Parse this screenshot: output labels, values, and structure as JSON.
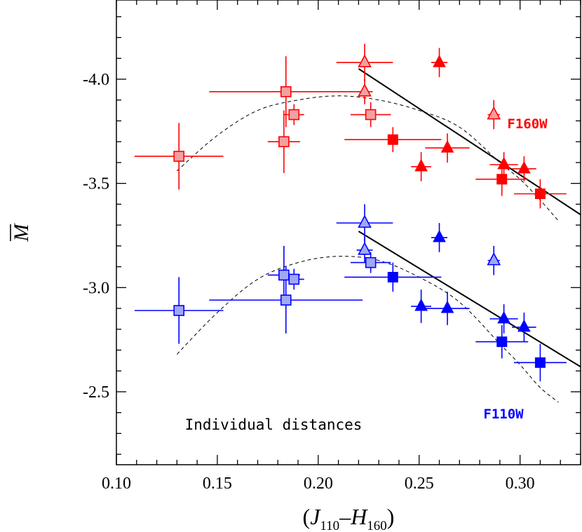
{
  "chart_data": {
    "type": "scatter",
    "xlabel": {
      "open": "(",
      "J": "J",
      "jsub": "110",
      "dash": "–",
      "H": "H",
      "hsub": "160",
      "close": ")"
    },
    "ylabel": "M",
    "xlim": [
      0.1,
      0.33
    ],
    "ylim": [
      -2.15,
      -4.38
    ],
    "y_inverted": true,
    "xticks": [
      0.1,
      0.15,
      0.2,
      0.25,
      0.3
    ],
    "xtick_labels": [
      "0.10",
      "0.15",
      "0.20",
      "0.25",
      "0.30"
    ],
    "yticks": [
      -4.0,
      -3.5,
      -3.0,
      -2.5
    ],
    "ytick_labels": [
      "-4.0",
      "-3.5",
      "-3.0",
      "-2.5"
    ],
    "annotations": {
      "f160w": "F160W",
      "f110w": "F110W",
      "note": "Individual distances"
    },
    "colors": {
      "f160_dark": "#ff0000",
      "f160_light": "#f4a0a0",
      "f110_dark": "#0000ff",
      "f110_light": "#a0a8f4",
      "fit": "#000000"
    },
    "series": [
      {
        "band": "F160W",
        "marker": "square",
        "shade": "light",
        "points": [
          {
            "x": 0.131,
            "y": -3.63,
            "xerr": 0.022,
            "yerr": 0.16
          },
          {
            "x": 0.183,
            "y": -3.7,
            "xerr": 0.008,
            "yerr": 0.15
          },
          {
            "x": 0.184,
            "y": -3.94,
            "xerr": 0.038,
            "yerr": 0.17
          },
          {
            "x": 0.188,
            "y": -3.83,
            "xerr": 0.005,
            "yerr": 0.05
          },
          {
            "x": 0.226,
            "y": -3.83,
            "xerr": 0.01,
            "yerr": 0.06
          }
        ]
      },
      {
        "band": "F160W",
        "marker": "square",
        "shade": "dark",
        "points": [
          {
            "x": 0.237,
            "y": -3.71,
            "xerr": 0.024,
            "yerr": 0.06
          },
          {
            "x": 0.291,
            "y": -3.52,
            "xerr": 0.013,
            "yerr": 0.08
          },
          {
            "x": 0.31,
            "y": -3.45,
            "xerr": 0.013,
            "yerr": 0.07
          }
        ]
      },
      {
        "band": "F160W",
        "marker": "triangle",
        "shade": "light",
        "points": [
          {
            "x": 0.223,
            "y": -4.08,
            "xerr": 0.014,
            "yerr": 0.09
          },
          {
            "x": 0.223,
            "y": -3.94,
            "xerr": 0.004,
            "yerr": 0.06
          },
          {
            "x": 0.287,
            "y": -3.83,
            "xerr": 0.003,
            "yerr": 0.07
          }
        ]
      },
      {
        "band": "F160W",
        "marker": "triangle",
        "shade": "dark",
        "points": [
          {
            "x": 0.251,
            "y": -3.58,
            "xerr": 0.005,
            "yerr": 0.07
          },
          {
            "x": 0.26,
            "y": -4.08,
            "xerr": 0.004,
            "yerr": 0.07
          },
          {
            "x": 0.264,
            "y": -3.67,
            "xerr": 0.011,
            "yerr": 0.07
          },
          {
            "x": 0.292,
            "y": -3.59,
            "xerr": 0.007,
            "yerr": 0.06
          },
          {
            "x": 0.302,
            "y": -3.57,
            "xerr": 0.006,
            "yerr": 0.06
          }
        ]
      },
      {
        "band": "F110W",
        "marker": "square",
        "shade": "light",
        "points": [
          {
            "x": 0.131,
            "y": -2.89,
            "xerr": 0.022,
            "yerr": 0.16
          },
          {
            "x": 0.183,
            "y": -3.06,
            "xerr": 0.008,
            "yerr": 0.14
          },
          {
            "x": 0.184,
            "y": -2.94,
            "xerr": 0.038,
            "yerr": 0.16
          },
          {
            "x": 0.188,
            "y": -3.04,
            "xerr": 0.005,
            "yerr": 0.05
          },
          {
            "x": 0.226,
            "y": -3.12,
            "xerr": 0.01,
            "yerr": 0.05
          }
        ]
      },
      {
        "band": "F110W",
        "marker": "square",
        "shade": "dark",
        "points": [
          {
            "x": 0.237,
            "y": -3.05,
            "xerr": 0.024,
            "yerr": 0.07
          },
          {
            "x": 0.291,
            "y": -2.74,
            "xerr": 0.013,
            "yerr": 0.08
          },
          {
            "x": 0.31,
            "y": -2.64,
            "xerr": 0.013,
            "yerr": 0.09
          }
        ]
      },
      {
        "band": "F110W",
        "marker": "triangle",
        "shade": "light",
        "points": [
          {
            "x": 0.223,
            "y": -3.31,
            "xerr": 0.014,
            "yerr": 0.09
          },
          {
            "x": 0.223,
            "y": -3.18,
            "xerr": 0.004,
            "yerr": 0.06
          },
          {
            "x": 0.287,
            "y": -3.13,
            "xerr": 0.003,
            "yerr": 0.07
          }
        ]
      },
      {
        "band": "F110W",
        "marker": "triangle",
        "shade": "dark",
        "points": [
          {
            "x": 0.251,
            "y": -2.91,
            "xerr": 0.005,
            "yerr": 0.08
          },
          {
            "x": 0.26,
            "y": -3.24,
            "xerr": 0.004,
            "yerr": 0.07
          },
          {
            "x": 0.264,
            "y": -2.9,
            "xerr": 0.011,
            "yerr": 0.08
          },
          {
            "x": 0.292,
            "y": -2.85,
            "xerr": 0.007,
            "yerr": 0.07
          },
          {
            "x": 0.302,
            "y": -2.81,
            "xerr": 0.006,
            "yerr": 0.07
          }
        ]
      }
    ],
    "fit_lines": [
      {
        "band": "F160W",
        "x": [
          0.22,
          0.33
        ],
        "y": [
          -4.05,
          -3.35
        ]
      },
      {
        "band": "F110W",
        "x": [
          0.22,
          0.33
        ],
        "y": [
          -3.27,
          -2.62
        ]
      }
    ],
    "fit_curves": [
      {
        "band": "F160W",
        "x": [
          0.13,
          0.15,
          0.17,
          0.19,
          0.21,
          0.23,
          0.25,
          0.27,
          0.29,
          0.3,
          0.31,
          0.319
        ],
        "y": [
          -3.56,
          -3.73,
          -3.85,
          -3.9,
          -3.92,
          -3.9,
          -3.85,
          -3.77,
          -3.6,
          -3.52,
          -3.42,
          -3.32
        ]
      },
      {
        "band": "F110W",
        "x": [
          0.13,
          0.15,
          0.17,
          0.19,
          0.21,
          0.23,
          0.25,
          0.27,
          0.29,
          0.3,
          0.31,
          0.319
        ],
        "y": [
          -2.68,
          -2.88,
          -3.04,
          -3.12,
          -3.15,
          -3.13,
          -3.05,
          -2.93,
          -2.73,
          -2.63,
          -2.52,
          -2.45
        ]
      }
    ]
  }
}
